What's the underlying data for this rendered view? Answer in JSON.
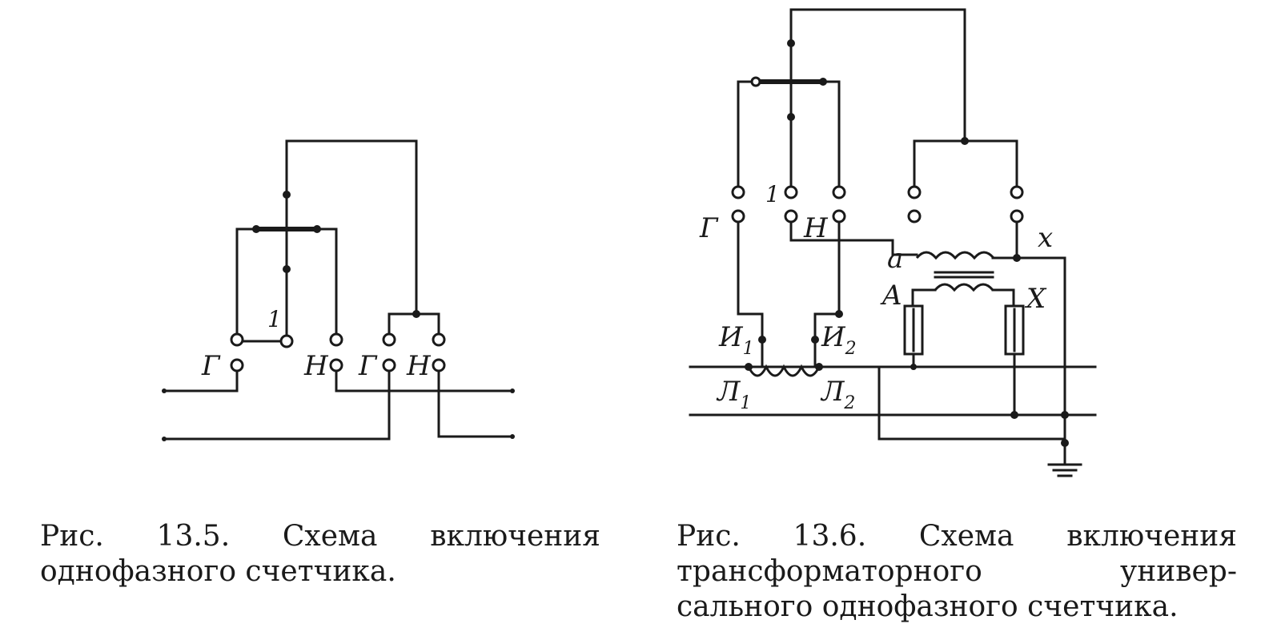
{
  "figure_13_5": {
    "terminal_labels": {
      "g_left": "Г",
      "one": "1",
      "n_left": "Н",
      "g_right": "Г",
      "n_right": "Н"
    },
    "caption": {
      "line1": "Рис.  13.5.  Схема  включения",
      "line2": "однофазного счетчика."
    }
  },
  "figure_13_6": {
    "terminal_labels": {
      "g": "Г",
      "one": "1",
      "n": "Н",
      "i": "И",
      "i1_sub": "1",
      "i2_sub": "2",
      "l": "Л",
      "l1_sub": "1",
      "l2_sub": "2",
      "a_small": "a",
      "x_small": "x",
      "a_cap": "A",
      "x_cap": "X"
    },
    "caption": {
      "line1": "Рис.  13.6.  Схема  включения",
      "line2": "трансформаторного        универ-",
      "line3": "сального однофазного счетчика."
    }
  },
  "colors": {
    "ink": "#1a1a1a",
    "paper": "#ffffff"
  }
}
